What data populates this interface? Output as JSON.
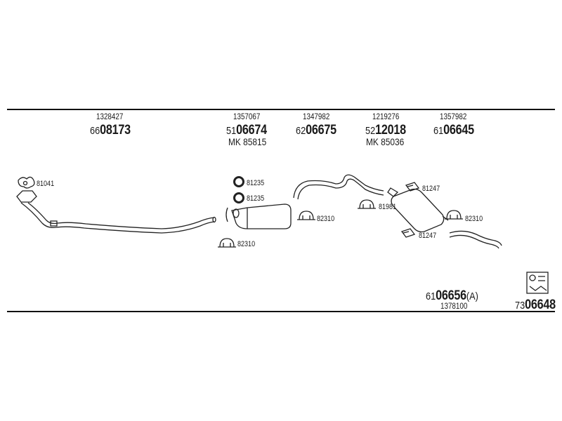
{
  "header": [
    {
      "ref": "1328427",
      "prefix": "66",
      "bold": "08173",
      "mk": ""
    },
    {
      "ref": "1357067",
      "prefix": "51",
      "bold": "06674",
      "mk": "MK 85815"
    },
    {
      "ref": "1347982",
      "prefix": "62",
      "bold": "06675",
      "mk": ""
    },
    {
      "ref": "1219276",
      "prefix": "52",
      "bold": "12018",
      "mk": "MK 85036"
    },
    {
      "ref": "1357982",
      "prefix": "61",
      "bold": "06645",
      "mk": ""
    }
  ],
  "parts": {
    "gasket_81041": "81041",
    "ring_81235_a": "81235",
    "ring_81235_b": "81235",
    "clamp_82310_a": "82310",
    "clamp_82310_b": "82310",
    "mount_81981": "81981",
    "mount_81247_a": "81247",
    "mount_81247_b": "81247",
    "clamp_82310_c": "82310"
  },
  "footer": {
    "set_prefix": "61",
    "set_bold": "06656",
    "set_suffix": "(A)",
    "set_ref": "1378100",
    "kit_prefix": "73",
    "kit_bold": "06648"
  }
}
